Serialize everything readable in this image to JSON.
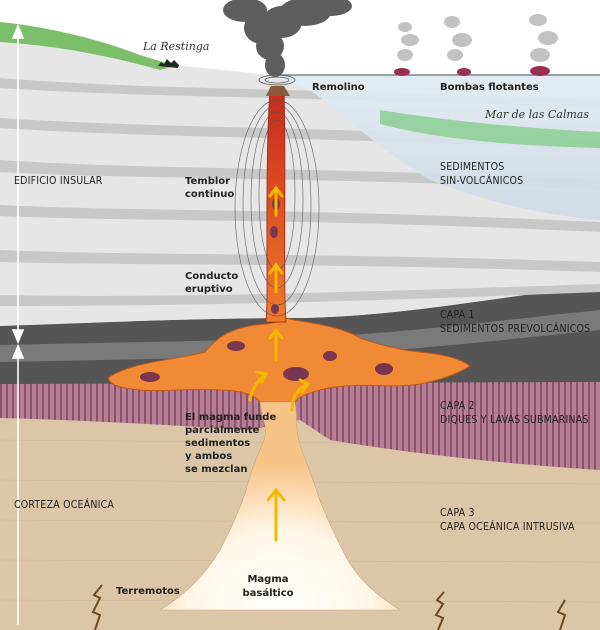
{
  "labels": {
    "la_restinga": "La Restinga",
    "remolino": "Remolino",
    "bombas_flotantes": "Bombas flotantes",
    "mar_calmas": "Mar de las Calmas",
    "edificio_insular": "EDIFICIO INSULAR",
    "sedimentos_sin_1": "SEDIMENTOS",
    "sedimentos_sin_2": "SIN-VOLCÁNICOS",
    "temblor_1": "Temblor",
    "temblor_2": "continuo",
    "conducto_1": "Conducto",
    "conducto_2": "eruptivo",
    "capa1_1": "CAPA 1",
    "capa1_2": "SEDIMENTOS PREVOLCÁNICOS",
    "capa2_1": "CAPA 2",
    "capa2_2": "DIQUES Y LAVAS SUBMARINAS",
    "magma_funde_1": "El magma funde",
    "magma_funde_2": "parcialmente",
    "magma_funde_3": "sedimentos",
    "magma_funde_4": "y ambos",
    "magma_funde_5": "se mezclan",
    "corteza": "CORTEZA OCEÁNICA",
    "capa3_1": "CAPA 3",
    "capa3_2": "CAPA OCEÁNICA INTRUSIVA",
    "terremotos": "Terremotos",
    "magma_1": "Magma",
    "magma_2": "basáltico"
  },
  "colors": {
    "sea": "#d6e2ee",
    "island_green": "#7cbf6a",
    "sediment_light": "#e4e4e4",
    "sediment_band": "#c9c9c9",
    "capa1": "#4d4d4d",
    "capa2": "#b07a90",
    "capa3": "#dcc7aa",
    "magma": "#f08a35",
    "conduit": "#d93a1f",
    "arrow": "#f5b800",
    "smoke": "#6b6b6b"
  }
}
